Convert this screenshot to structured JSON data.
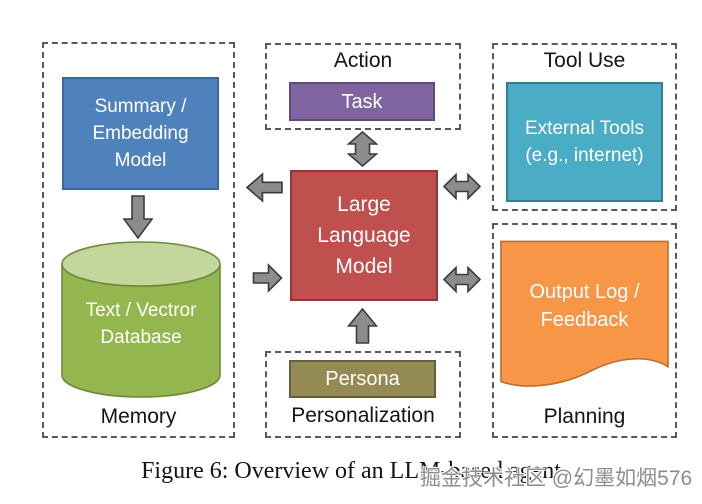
{
  "figure": {
    "caption": "Figure 6: Overview of an LLM-based agent",
    "watermark": "掘金技术社区 @幻墨如烟576"
  },
  "regions": {
    "memory": {
      "label": "Memory"
    },
    "action": {
      "label": "Action"
    },
    "tool_use": {
      "label": "Tool Use"
    },
    "personalization": {
      "label": "Personalization"
    },
    "planning": {
      "label": "Planning"
    }
  },
  "nodes": {
    "summary_model": {
      "lines": [
        "Summary /",
        "Embedding",
        "Model"
      ],
      "color": "#4F81BD",
      "border": "#3A699B"
    },
    "vector_db": {
      "lines": [
        "Text / Vectror",
        "Database"
      ],
      "body_color": "#94B64E",
      "top_color": "#C3D69B",
      "edge_color": "#6E8A3A"
    },
    "task": {
      "label": "Task",
      "color": "#8064A2",
      "border": "#5F4B7A"
    },
    "llm": {
      "lines": [
        "Large",
        "Language",
        "Model"
      ],
      "color": "#C0504D",
      "border": "#8C3836"
    },
    "external_tools": {
      "lines": [
        "External Tools",
        "(e.g., internet)"
      ],
      "color": "#4BACC6",
      "border": "#357E92"
    },
    "persona": {
      "label": "Persona",
      "color": "#948A54",
      "border": "#66603A"
    },
    "output_log": {
      "lines": [
        "Output Log /",
        "Feedback"
      ],
      "color": "#F79646",
      "border": "#BA6D30"
    }
  },
  "arrows": {
    "fill": "#8C8C8C",
    "stroke": "#3B3B3B"
  },
  "connections": [
    {
      "from": "llm",
      "to": "task",
      "style": "bidirectional"
    },
    {
      "from": "llm",
      "to": "summary_model",
      "style": "one-way"
    },
    {
      "from": "vector_db",
      "to": "llm",
      "style": "one-way"
    },
    {
      "from": "summary_model",
      "to": "vector_db",
      "style": "one-way"
    },
    {
      "from": "llm",
      "to": "external_tools",
      "style": "bidirectional"
    },
    {
      "from": "llm",
      "to": "output_log",
      "style": "bidirectional"
    },
    {
      "from": "persona",
      "to": "llm",
      "style": "one-way"
    }
  ]
}
